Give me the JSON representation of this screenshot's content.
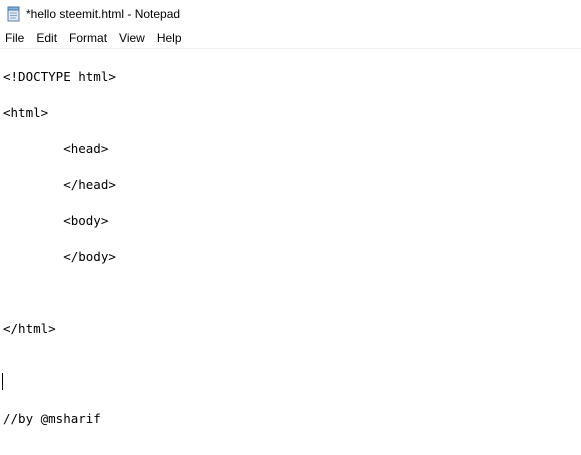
{
  "window": {
    "title": "*hello steemit.html - Notepad",
    "icon": "notepad-icon"
  },
  "menu": {
    "items": [
      "File",
      "Edit",
      "Format",
      "View",
      "Help"
    ]
  },
  "editor": {
    "lines": [
      "<!DOCTYPE html>",
      "",
      "<html>",
      "",
      "        <head>",
      "",
      "        </head>",
      "",
      "        <body>",
      "",
      "        </body>",
      "",
      "",
      "",
      "</html>",
      "",
      "",
      "",
      "",
      "//by @msharif"
    ]
  }
}
